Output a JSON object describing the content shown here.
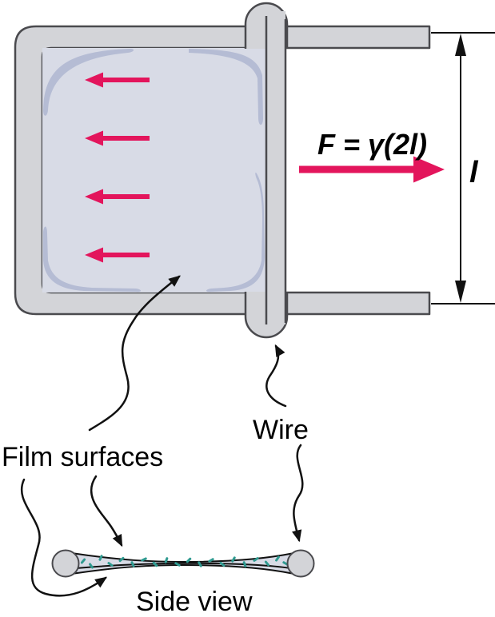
{
  "colors": {
    "accent": "#e3155c",
    "frame_gray": "#d3d4d8",
    "frame_outline": "#4a4a4e",
    "film_light": "#d8dbe6",
    "film_shade": "#b5bcd4",
    "speckle_teal": "#2f9a90",
    "ink": "#111111"
  },
  "labels": {
    "force_equation": "F = γ(2l)",
    "length": "l",
    "wire": "Wire",
    "film_surfaces": "Film surfaces",
    "side_view": "Side view"
  }
}
